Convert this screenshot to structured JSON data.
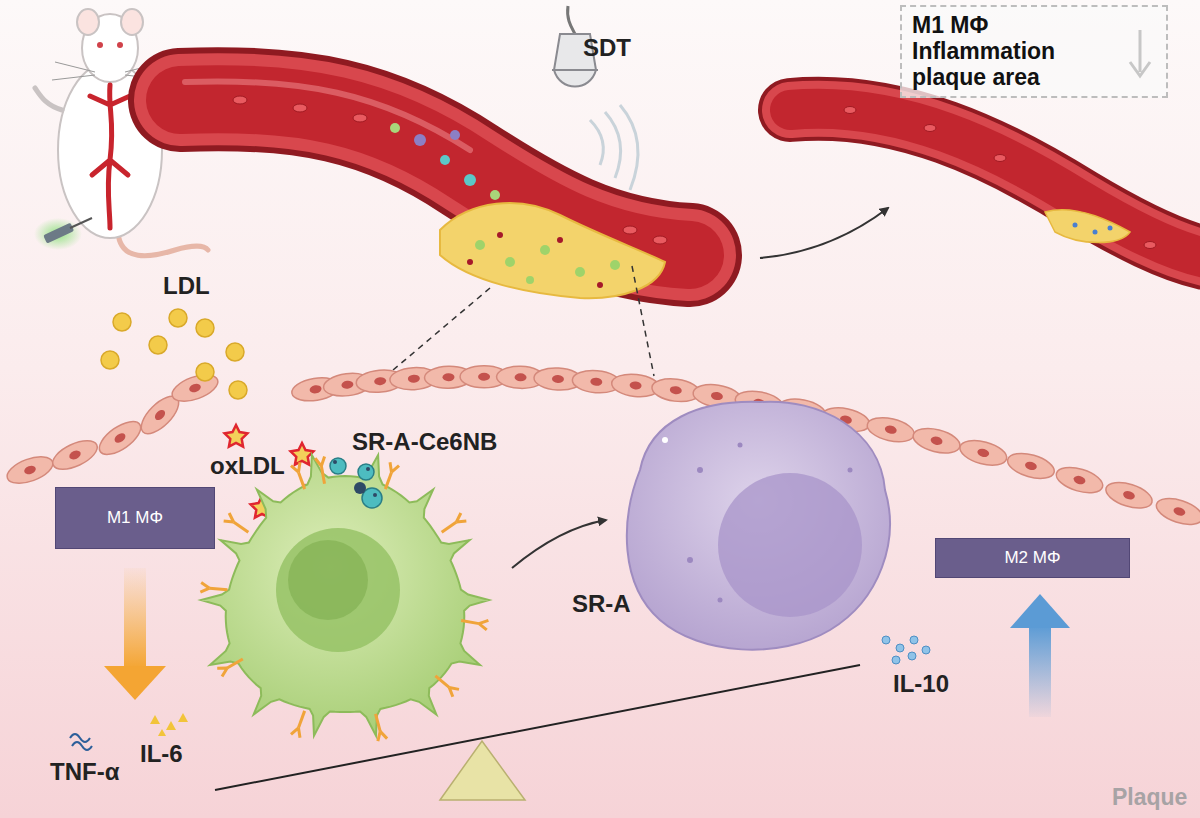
{
  "diagram": {
    "nodes": [
      {
        "text": [
          "M1 MΦ Inflammation plaque area"
        ]
      },
      {
        "text": [
          "M1 MΦ"
        ]
      },
      {
        "text": [
          "M2 MΦ"
        ]
      }
    ],
    "labels": [
      "SDT",
      "LDL",
      "oxLDL",
      "SR-A-Ce6NB",
      "SR-A",
      "IL-10",
      "TNF-α",
      "IL-6",
      "Plaque"
    ]
  }
}
